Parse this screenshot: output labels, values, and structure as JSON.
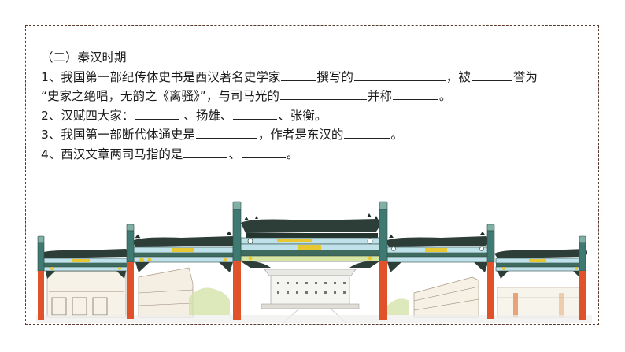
{
  "section": {
    "heading": "（二）秦汉时期"
  },
  "questions": [
    {
      "number": "1、",
      "line1": {
        "t1": "我国第一部纪传体史书是西汉著名史学家",
        "t2": "撰写的",
        "t3": "，被",
        "t4": "誉为"
      },
      "line2": {
        "t1": "“史家之绝唱，无韵之《离骚》”",
        "t2": "，与司马光的",
        "t3": "并称",
        "t4": "。"
      }
    },
    {
      "number": "2、",
      "t1": "汉赋四大家：",
      "t2": " 、扬雄、",
      "t3": "、张衡。"
    },
    {
      "number": "3、",
      "t1": "我国第一部断代体通史是",
      "t2": "，作者是东汉的",
      "t3": "。"
    },
    {
      "number": "4、",
      "t1": "西汉文章两司马指的是",
      "t2": "、",
      "t3": "。"
    }
  ],
  "illustration": {
    "subject": "paifang-archway-street-scene",
    "colors": {
      "pillar_red": "#e0522a",
      "pillar_teal": "#3f7a72",
      "roof_dark": "#2d3e38",
      "beam_light_blue": "#bfe2ea",
      "accent_yellow": "#e8c832",
      "frame_border": "#5a3a2a"
    }
  }
}
